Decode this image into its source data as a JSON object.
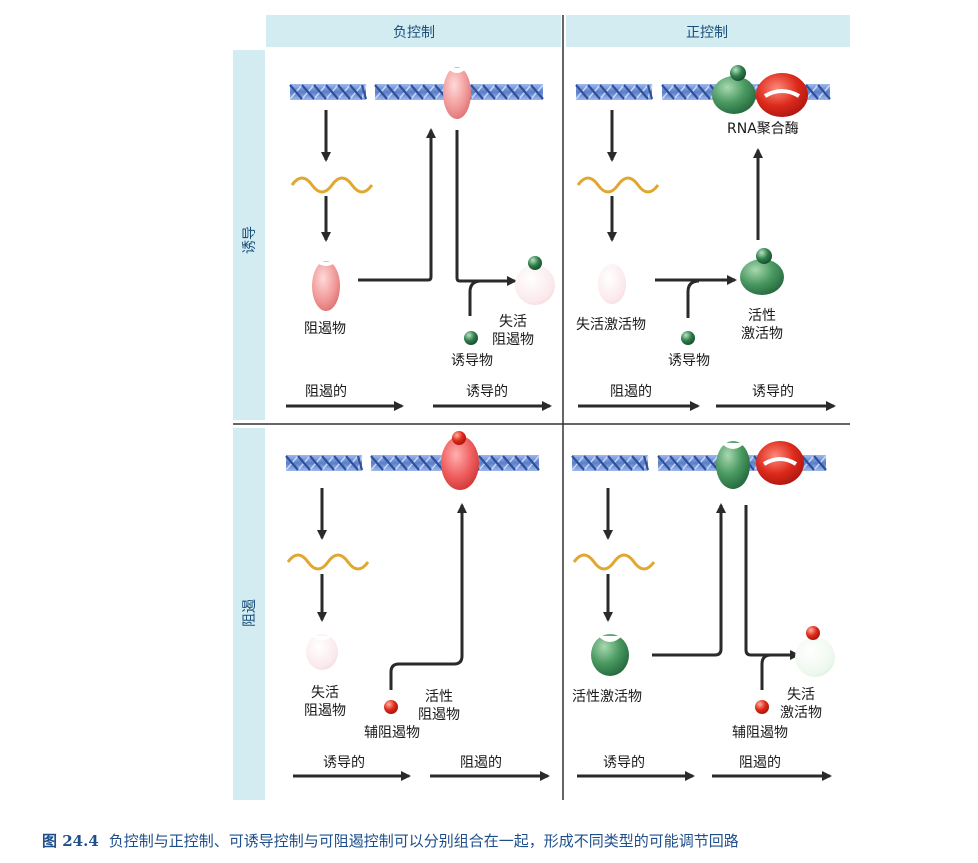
{
  "headers": {
    "negative": "负控制",
    "positive": "正控制"
  },
  "rows": {
    "inducible": "诱导",
    "repressible": "阻遏"
  },
  "labels": {
    "repressor": "阻遏物",
    "inactive_repressor": "失活\n阻遏物",
    "inducer": "诱导物",
    "inactive_activator": "失活激活物",
    "inducer2": "诱导物",
    "active_activator": "活性\n激活物",
    "rna_polymerase": "RNA聚合酶",
    "inactive_repressor2": "失活\n阻遏物",
    "corepressor": "辅阻遏物",
    "active_repressor": "活性\n阻遏物",
    "active_activator2": "活性激活物",
    "corepressor2": "辅阻遏物",
    "inactive_activator2": "失活\n激活物"
  },
  "state_arrows": {
    "tl_left": "阻遏的",
    "tl_right": "诱导的",
    "tr_left": "阻遏的",
    "tr_right": "诱导的",
    "bl_left": "诱导的",
    "bl_right": "阻遏的",
    "br_left": "诱导的",
    "br_right": "阻遏的"
  },
  "caption": {
    "figure": "图 24.4",
    "text": "负控制与正控制、可诱导控制与可阻遏控制可以分别组合在一起，形成不同类型的可能调节回路"
  },
  "colors": {
    "header_bg": "#d3ecf2",
    "dna": "#6f8fd0",
    "repressor": "#f4b6b6",
    "activator": "#3c8a55",
    "polymerase": "#d62020",
    "corepressor": "#d8261a",
    "mrna": "#e0a830"
  }
}
